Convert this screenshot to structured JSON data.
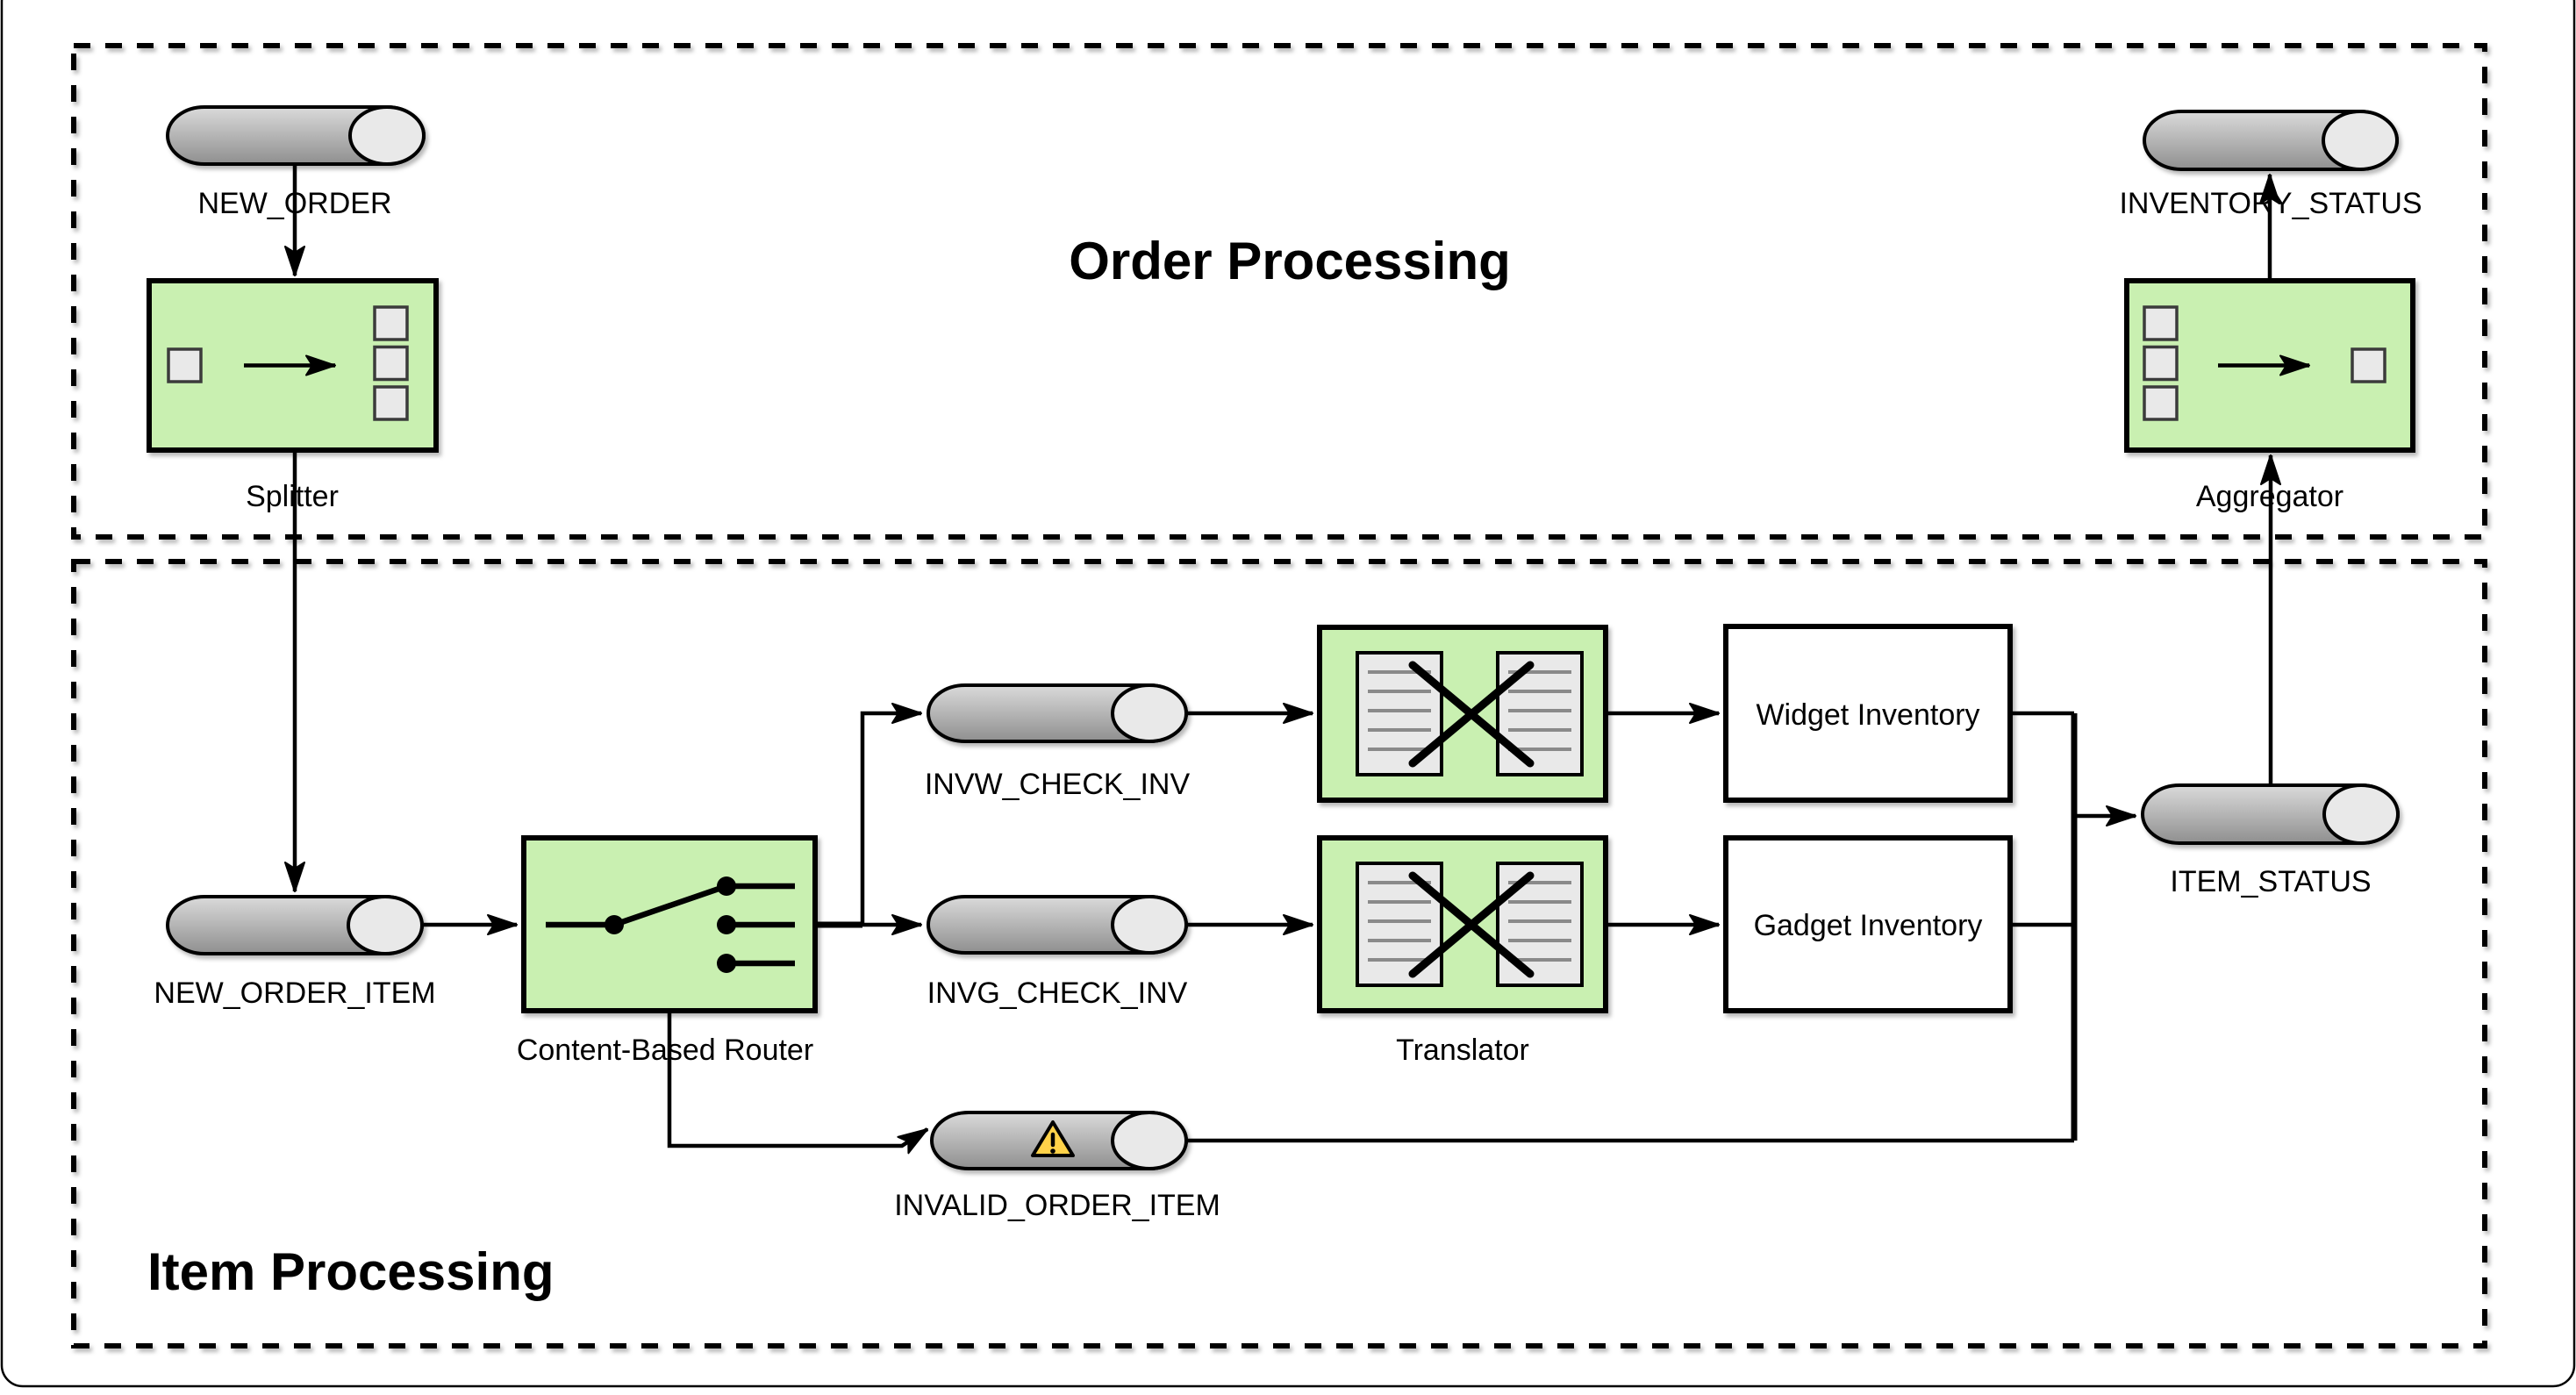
{
  "colors": {
    "background": "#ffffff",
    "component_fill": "#c9f0b1",
    "outline": "#000000",
    "cylinder_top": "#dadada",
    "cylinder_bottom": "#8f8f8f",
    "cylinder_cap": "#e9e9e9",
    "icon_square_fill": "#e9e9e9",
    "doc_fill": "#e9e9e9",
    "doc_line": "#8a8a8a",
    "warning_fill": "#ffd24a",
    "white_box_fill": "#ffffff"
  },
  "containers": {
    "order_processing": {
      "title": "Order Processing"
    },
    "item_processing": {
      "title": "Item Processing"
    }
  },
  "channels": {
    "new_order": "NEW_ORDER",
    "inventory_status": "INVENTORY_STATUS",
    "new_order_item": "NEW_ORDER_ITEM",
    "invw_check_inv": "INVW_CHECK_INV",
    "invg_check_inv": "INVG_CHECK_INV",
    "invalid_order_item": "INVALID_ORDER_ITEM",
    "item_status": "ITEM_STATUS"
  },
  "components": {
    "splitter": "Splitter",
    "content_based_router": "Content-Based Router",
    "translator": "Translator",
    "widget_inventory": "Widget Inventory",
    "gadget_inventory": "Gadget Inventory",
    "aggregator": "Aggregator"
  }
}
